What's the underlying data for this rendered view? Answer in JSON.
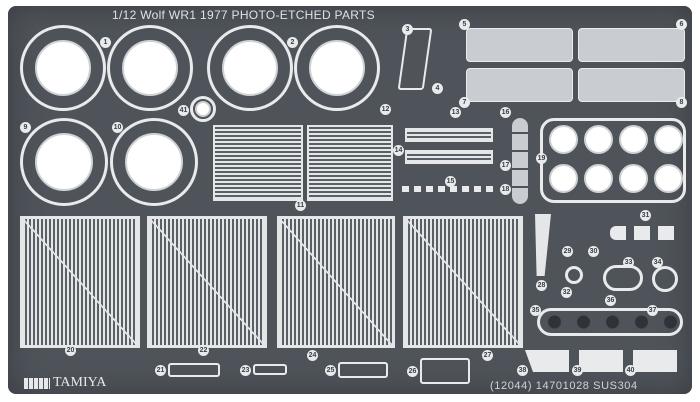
{
  "fret": {
    "title": "1/12 Wolf WR1 1977 PHOTO-ETCHED PARTS",
    "brand": "TAMIYA",
    "code": "(12044) 14701028 SUS304",
    "part_numbers": [
      "1",
      "2",
      "3",
      "4",
      "5",
      "6",
      "7",
      "8",
      "9",
      "10",
      "11",
      "12",
      "13",
      "14",
      "15",
      "16",
      "17",
      "18",
      "19",
      "20",
      "21",
      "22",
      "23",
      "24",
      "25",
      "26",
      "27",
      "28",
      "29",
      "30",
      "31",
      "32",
      "33",
      "34",
      "35",
      "36",
      "37",
      "38",
      "39",
      "40",
      "41"
    ]
  }
}
